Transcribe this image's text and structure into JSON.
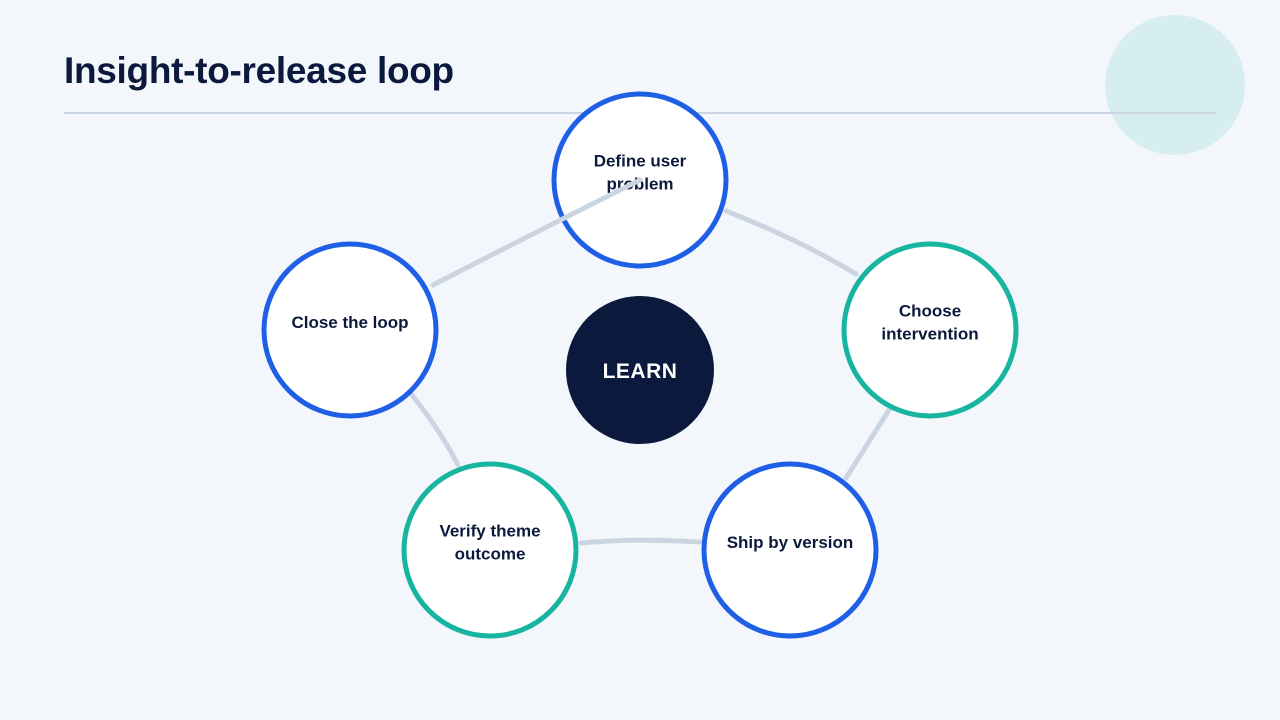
{
  "slide": {
    "title": "Insight-to-release loop"
  },
  "hub": {
    "label": "LEARN",
    "color": "#0b1a3c"
  },
  "colors": {
    "blue": "#1e5fe6",
    "teal": "#17b5a0",
    "connector": "#cbd5e2",
    "decoration": "#d6eef0"
  },
  "steps": [
    {
      "id": "define",
      "lines": [
        "Define user",
        "problem"
      ],
      "accent": "blue"
    },
    {
      "id": "choose",
      "lines": [
        "Choose",
        "intervention"
      ],
      "accent": "teal"
    },
    {
      "id": "ship",
      "lines": [
        "Ship by version"
      ],
      "accent": "blue"
    },
    {
      "id": "verify",
      "lines": [
        "Verify theme",
        "outcome"
      ],
      "accent": "teal"
    },
    {
      "id": "close",
      "lines": [
        "Close the loop"
      ],
      "accent": "blue"
    }
  ]
}
